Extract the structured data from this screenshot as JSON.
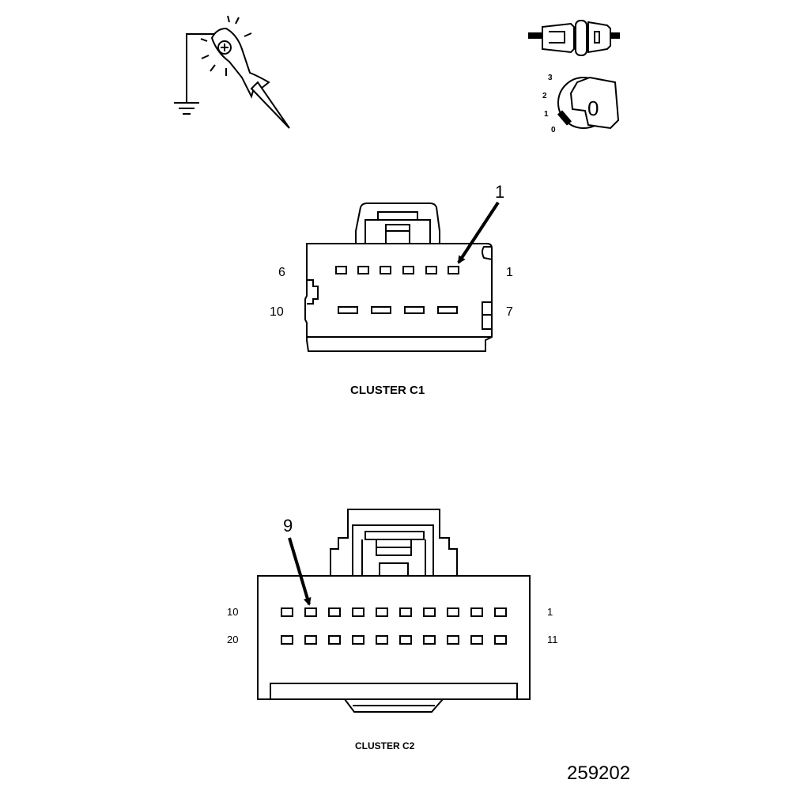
{
  "top_icons": {
    "probe_icon": "test-light-probe-icon",
    "ground_icon": "ground-symbol-icon",
    "connector_icon": "disconnect-connector-icon",
    "ignition_icon": "ignition-key-icon",
    "key_positions": [
      "3",
      "2",
      "1",
      "0"
    ],
    "key_label": "0"
  },
  "cluster_c1": {
    "caption": "CLUSTER C1",
    "top_left": "6",
    "top_right": "1",
    "bottom_left": "10",
    "bottom_right": "7",
    "callout": "1"
  },
  "cluster_c2": {
    "caption": "CLUSTER C2",
    "top_left": "10",
    "top_right": "1",
    "bottom_left": "20",
    "bottom_right": "11",
    "callout": "9"
  },
  "figure_id": "259202"
}
